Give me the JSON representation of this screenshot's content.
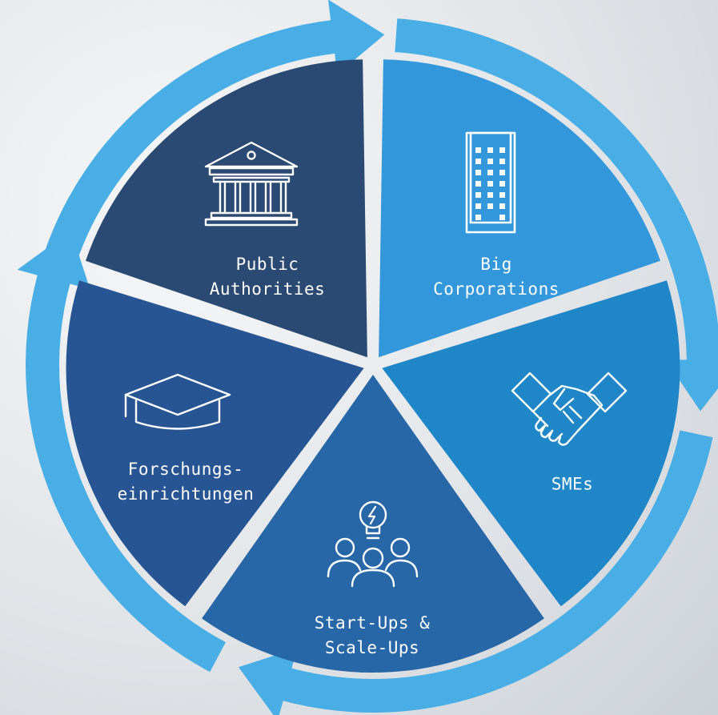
{
  "colors": {
    "ring": "#4aaee6",
    "public_authorities": "#2a4a73",
    "big_corporations": "#3397db",
    "smes": "#1f86c8",
    "startups": "#2767a8",
    "research": "#275593",
    "icon_stroke": "#ffffff"
  },
  "segments": [
    {
      "key": "public_authorities",
      "label_lines": [
        "Public",
        "Authorities"
      ],
      "icon": "building-columns-icon"
    },
    {
      "key": "big_corporations",
      "label_lines": [
        "Big",
        "Corporations"
      ],
      "icon": "office-tower-icon"
    },
    {
      "key": "smes",
      "label_lines": [
        "SMEs"
      ],
      "icon": "handshake-icon"
    },
    {
      "key": "startups",
      "label_lines": [
        "Start-Ups &",
        "Scale-Ups"
      ],
      "icon": "lightbulb-team-icon"
    },
    {
      "key": "research",
      "label_lines": [
        "Forschungs-",
        "einrichtungen"
      ],
      "icon": "graduation-cap-icon"
    }
  ]
}
